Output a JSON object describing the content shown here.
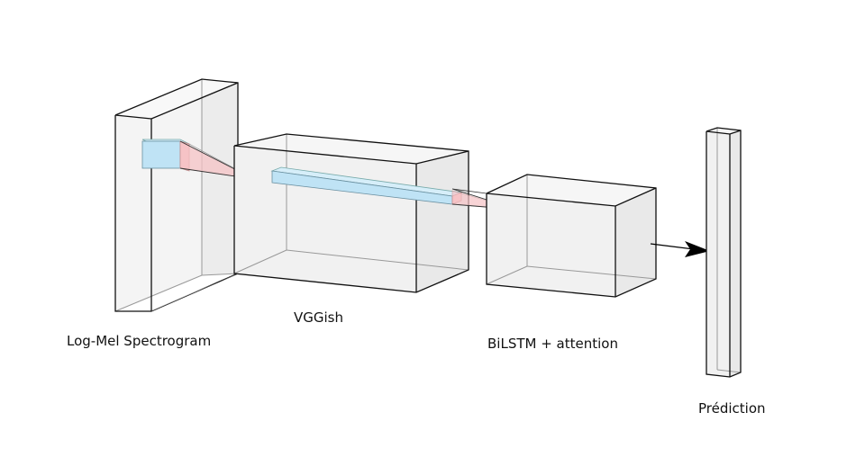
{
  "labels": {
    "spectrogram": "Log-Mel Spectrogram",
    "vggish": "VGGish",
    "bilstm": "BiLSTM + attention",
    "prediction": "Prédiction"
  },
  "colors": {
    "box_edge": "#111111",
    "box_fill": "#eeeeee",
    "patch_blue": "#bfe3f5",
    "patch_red": "#f6c3c6",
    "arrow": "#000000"
  }
}
